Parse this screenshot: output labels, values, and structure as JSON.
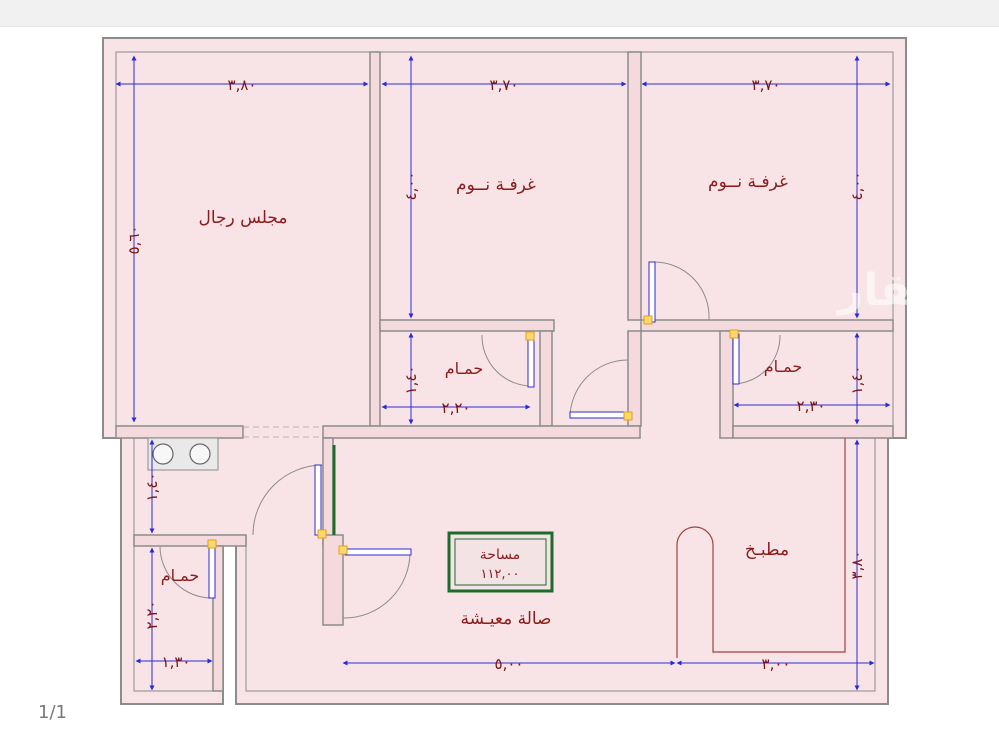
{
  "rooms": {
    "majlis": "مجلس رجال",
    "bedroom_1": "غرفـة نــوم",
    "bedroom_2": "غرفـة نــوم",
    "bath_1": "حمـام",
    "bath_2": "حمـام",
    "bath_3": "حمـام",
    "kitchen": "مطبـخ",
    "living": "صالة معيـشة"
  },
  "area_box": {
    "label": "مساحة",
    "value": "١١٢,٠٠"
  },
  "dimensions": {
    "majlis_width": "٣,٨٠",
    "majlis_length": "٥,٦٠",
    "bedroom_1_width": "٣,٧٠",
    "bedroom_1_length": "٤,٠٠",
    "bedroom_2_width": "٣,٧٠",
    "bedroom_2_length": "٤,٠٠",
    "bath_1_width": "٢,٢٠",
    "bath_1_length": "١,٤٠",
    "bath_2_width": "٢,٣٠",
    "bath_2_length": "١,٤٠",
    "service_length": "١,٤٠",
    "bath_3_width": "١,٣٠",
    "bath_3_length": "٢,٢٠",
    "living_width": "٥,٠٠",
    "kitchen_width": "٣,٠٠",
    "kitchen_length": "٣,٨٠"
  },
  "page_indicator": "1/1",
  "watermark": "عقار",
  "colors": {
    "plan_fill": "#f8e4e6",
    "wall": "#8c8c8c",
    "label": "#8a1c1c",
    "dimension_line": "#2b2bd6",
    "area_box_border": "#1f6b2a",
    "door_frame": "#e0a020"
  }
}
